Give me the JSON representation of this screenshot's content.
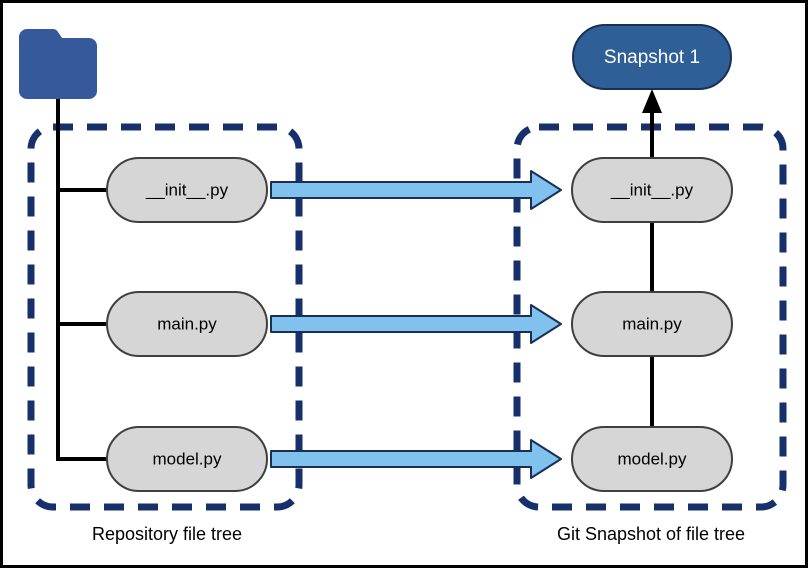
{
  "diagram": {
    "title_node": {
      "label": "Snapshot 1",
      "fill": "#2e5f96",
      "stroke": "#1a2f55",
      "text_color": "#ffffff"
    },
    "colors": {
      "folder_blue": "#35599b",
      "dashed_navy": "#17306b",
      "arrow_light_blue": "#80c1ee",
      "arrow_outline": "#1a2f55",
      "node_fill": "#d6d6d6",
      "node_stroke": "#3f3f3f",
      "connector_black": "#000000",
      "frame_black": "#000000",
      "background": "#ffffff"
    },
    "left_group": {
      "caption": "Repository file tree",
      "nodes": [
        {
          "label": "__init__.py"
        },
        {
          "label": "main.py"
        },
        {
          "label": "model.py"
        }
      ]
    },
    "right_group": {
      "caption": "Git Snapshot of file tree",
      "nodes": [
        {
          "label": "__init__.py"
        },
        {
          "label": "main.py"
        },
        {
          "label": "model.py"
        }
      ]
    },
    "arrows": [
      {
        "name": "copy-arrow-init",
        "from": "__init__.py",
        "to": "__init__.py"
      },
      {
        "name": "copy-arrow-main",
        "from": "main.py",
        "to": "main.py"
      },
      {
        "name": "copy-arrow-model",
        "from": "model.py",
        "to": "model.py"
      }
    ],
    "icons": {
      "folder": "folder-icon",
      "snapshot_arrow": "up-arrow-icon"
    }
  }
}
